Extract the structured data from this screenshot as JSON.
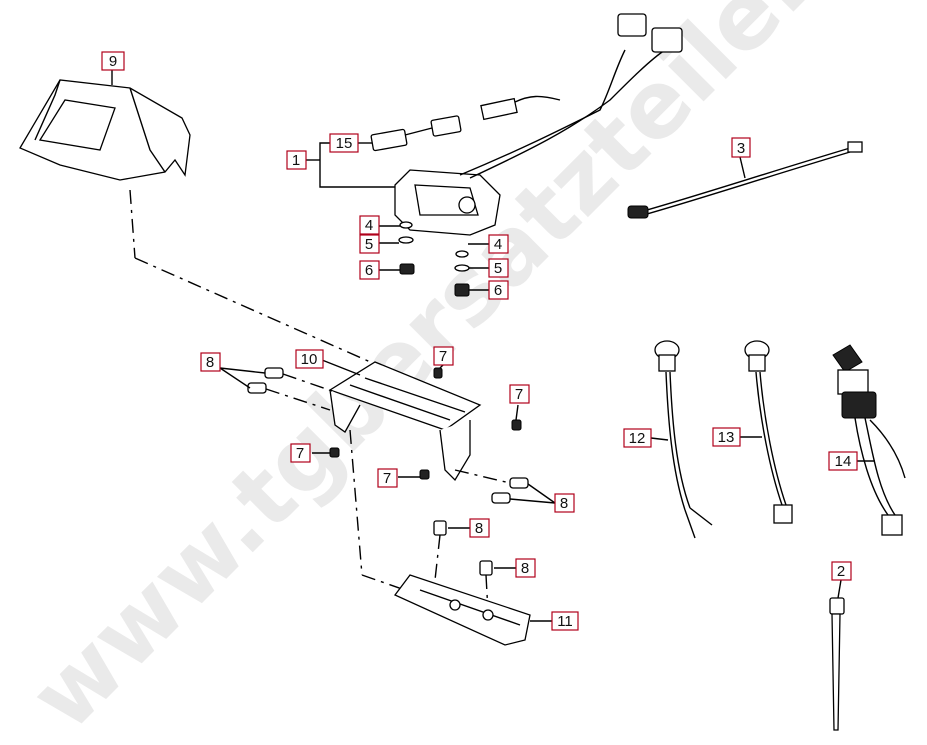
{
  "watermark": "www.tgbersatzteile.de",
  "callouts": {
    "c1": "1",
    "c2": "2",
    "c3": "3",
    "c4a": "4",
    "c4b": "4",
    "c5a": "5",
    "c5b": "5",
    "c6a": "6",
    "c6b": "6",
    "c7a": "7",
    "c7b": "7",
    "c7c": "7",
    "c7d": "7",
    "c8a": "8",
    "c8b": "8",
    "c8c": "8",
    "c8d": "8",
    "c9": "9",
    "c10": "10",
    "c11": "11",
    "c12": "12",
    "c13": "13",
    "c14": "14",
    "c15": "15"
  },
  "parts": {
    "headlight_cover": "part-9",
    "speedometer": "part-1",
    "speedo_cable": "part-3",
    "bracket": "part-10",
    "lower_bracket": "part-11",
    "indicator_12": "part-12",
    "indicator_13": "part-13",
    "switch_14": "part-14",
    "cable_tie": "part-2",
    "connector_15": "part-15"
  }
}
